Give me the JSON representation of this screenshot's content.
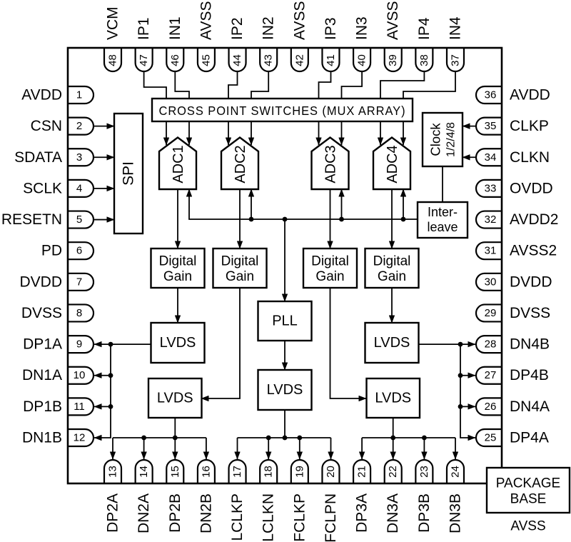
{
  "diagram": {
    "pins": {
      "top": [
        {
          "num": "48",
          "name": "VCM"
        },
        {
          "num": "47",
          "name": "IP1"
        },
        {
          "num": "46",
          "name": "IN1"
        },
        {
          "num": "45",
          "name": "AVSS"
        },
        {
          "num": "44",
          "name": "IP2"
        },
        {
          "num": "43",
          "name": "IN2"
        },
        {
          "num": "42",
          "name": "AVSS"
        },
        {
          "num": "41",
          "name": "IP3"
        },
        {
          "num": "40",
          "name": "IN3"
        },
        {
          "num": "39",
          "name": "AVSS"
        },
        {
          "num": "38",
          "name": "IP4"
        },
        {
          "num": "37",
          "name": "IN4"
        }
      ],
      "left": [
        {
          "num": "1",
          "name": "AVDD"
        },
        {
          "num": "2",
          "name": "CSN"
        },
        {
          "num": "3",
          "name": "SDATA"
        },
        {
          "num": "4",
          "name": "SCLK"
        },
        {
          "num": "5",
          "name": "RESETN"
        },
        {
          "num": "6",
          "name": "PD"
        },
        {
          "num": "7",
          "name": "DVDD"
        },
        {
          "num": "8",
          "name": "DVSS"
        },
        {
          "num": "9",
          "name": "DP1A"
        },
        {
          "num": "10",
          "name": "DN1A"
        },
        {
          "num": "11",
          "name": "DP1B"
        },
        {
          "num": "12",
          "name": "DN1B"
        }
      ],
      "right": [
        {
          "num": "36",
          "name": "AVDD"
        },
        {
          "num": "35",
          "name": "CLKP"
        },
        {
          "num": "34",
          "name": "CLKN"
        },
        {
          "num": "33",
          "name": "OVDD"
        },
        {
          "num": "32",
          "name": "AVDD2"
        },
        {
          "num": "31",
          "name": "AVSS2"
        },
        {
          "num": "30",
          "name": "DVDD"
        },
        {
          "num": "29",
          "name": "DVSS"
        },
        {
          "num": "28",
          "name": "DN4B"
        },
        {
          "num": "27",
          "name": "DP4B"
        },
        {
          "num": "26",
          "name": "DN4A"
        },
        {
          "num": "25",
          "name": "DP4A"
        }
      ],
      "bottom": [
        {
          "num": "13",
          "name": "DP2A"
        },
        {
          "num": "14",
          "name": "DN2A"
        },
        {
          "num": "15",
          "name": "DP2B"
        },
        {
          "num": "16",
          "name": "DN2B"
        },
        {
          "num": "17",
          "name": "LCLKP"
        },
        {
          "num": "18",
          "name": "LCLKN"
        },
        {
          "num": "19",
          "name": "FCLKP"
        },
        {
          "num": "20",
          "name": "FCLPN"
        },
        {
          "num": "21",
          "name": "DP3A"
        },
        {
          "num": "22",
          "name": "DN3A"
        },
        {
          "num": "23",
          "name": "DP3B"
        },
        {
          "num": "24",
          "name": "DN3B"
        }
      ]
    },
    "blocks": {
      "mux": "CROSS POINT SWITCHES (MUX ARRAY)",
      "spi": "SPI",
      "adcs": [
        "ADC1",
        "ADC2",
        "ADC3",
        "ADC4"
      ],
      "clock": [
        "Clock",
        "1/2/4/8"
      ],
      "interleave": [
        "Inter-",
        "leave"
      ],
      "digital_gain": [
        "Digital",
        "Gain"
      ],
      "pll": "PLL",
      "lvds": "LVDS",
      "package_base": [
        "PACKAGE",
        "BASE"
      ],
      "package_base_net": "AVSS"
    },
    "colors": {
      "line": "#000000",
      "background": "#ffffff"
    }
  }
}
